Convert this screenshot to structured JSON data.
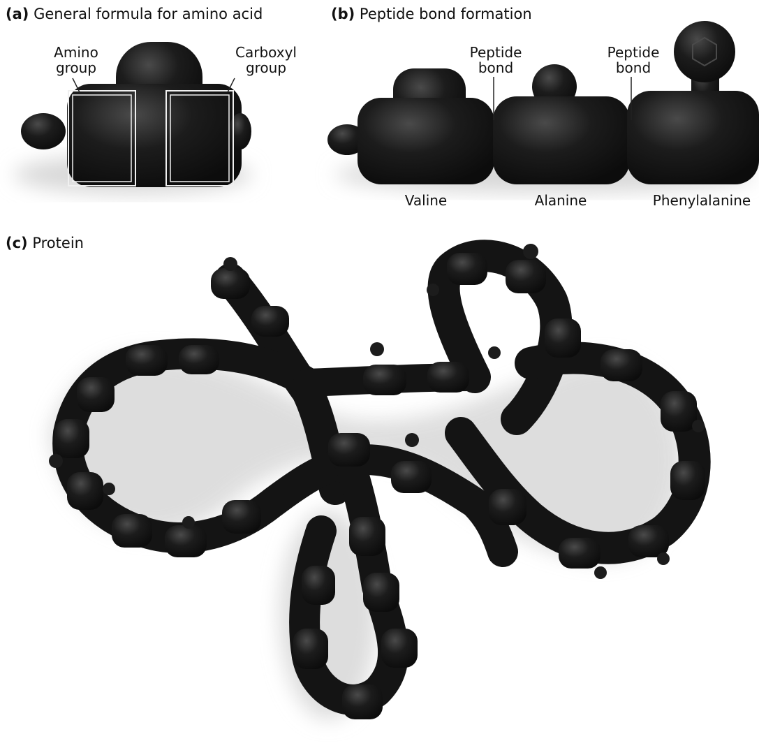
{
  "panels": {
    "a": {
      "letter": "(a)",
      "title": "General formula for amino acid",
      "labels": {
        "amino_line1": "Amino",
        "amino_line2": "group",
        "carboxyl_line1": "Carboxyl",
        "carboxyl_line2": "group"
      }
    },
    "b": {
      "letter": "(b)",
      "title": "Peptide bond formation",
      "bond_labels": [
        {
          "line1": "Peptide",
          "line2": "bond"
        },
        {
          "line1": "Peptide",
          "line2": "bond"
        }
      ],
      "amino_acids": [
        "Valine",
        "Alanine",
        "Phenylalanine"
      ]
    },
    "c": {
      "letter": "(c)",
      "title": "Protein"
    }
  },
  "colors": {
    "bead": "#141414",
    "bead_highlight": "#3c3c3c",
    "shadow": "#d6d6d6",
    "box_outline": "#f2f2f2"
  }
}
